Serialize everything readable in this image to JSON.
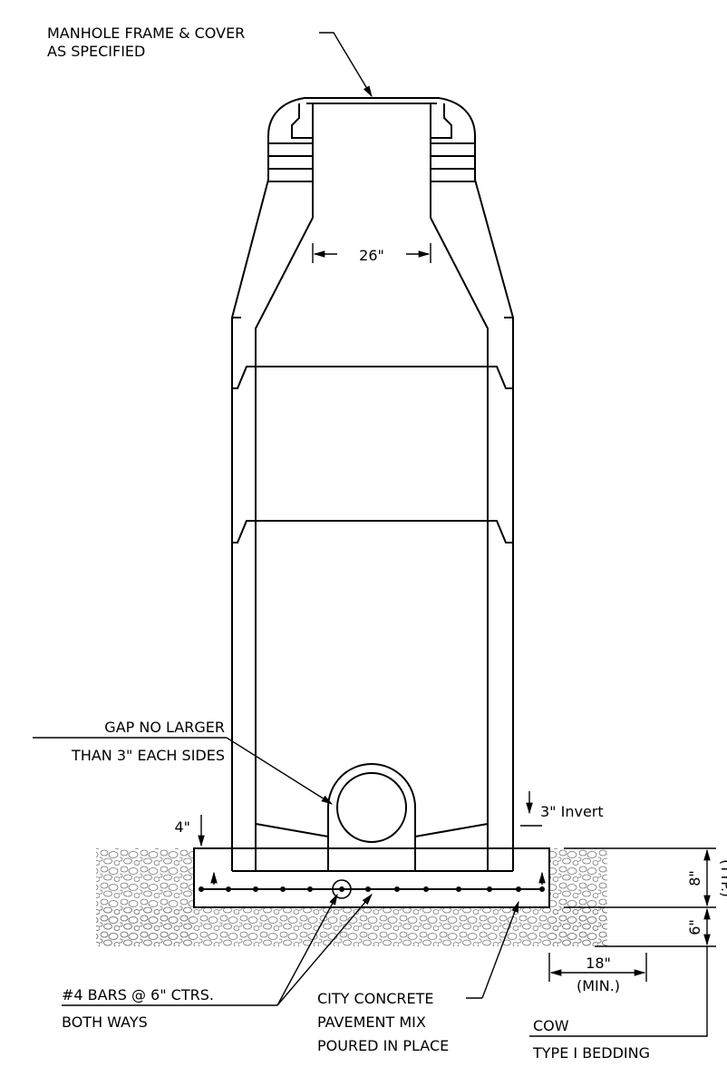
{
  "labels": {
    "frame_line1": "MANHOLE FRAME & COVER",
    "frame_line2": "AS SPECIFIED",
    "opening_dim": "26\"",
    "gap_line1": "GAP NO LARGER",
    "gap_line2": "THAN 3\" EACH SIDES",
    "base_thickness": "4\"",
    "invert": "3\" Invert",
    "base_depth": "8\"",
    "typ": "(TYP.)",
    "bedding_depth": "6\"",
    "extension": "18\"",
    "min": "(MIN.)",
    "bars_line1": "#4 BARS @ 6\" CTRS.",
    "bars_line2": "BOTH WAYS",
    "concrete_line1": "CITY CONCRETE",
    "concrete_line2": "PAVEMENT MIX",
    "concrete_line3": "POURED IN PLACE",
    "bedding_line1": "COW",
    "bedding_line2": "TYPE I BEDDING"
  }
}
